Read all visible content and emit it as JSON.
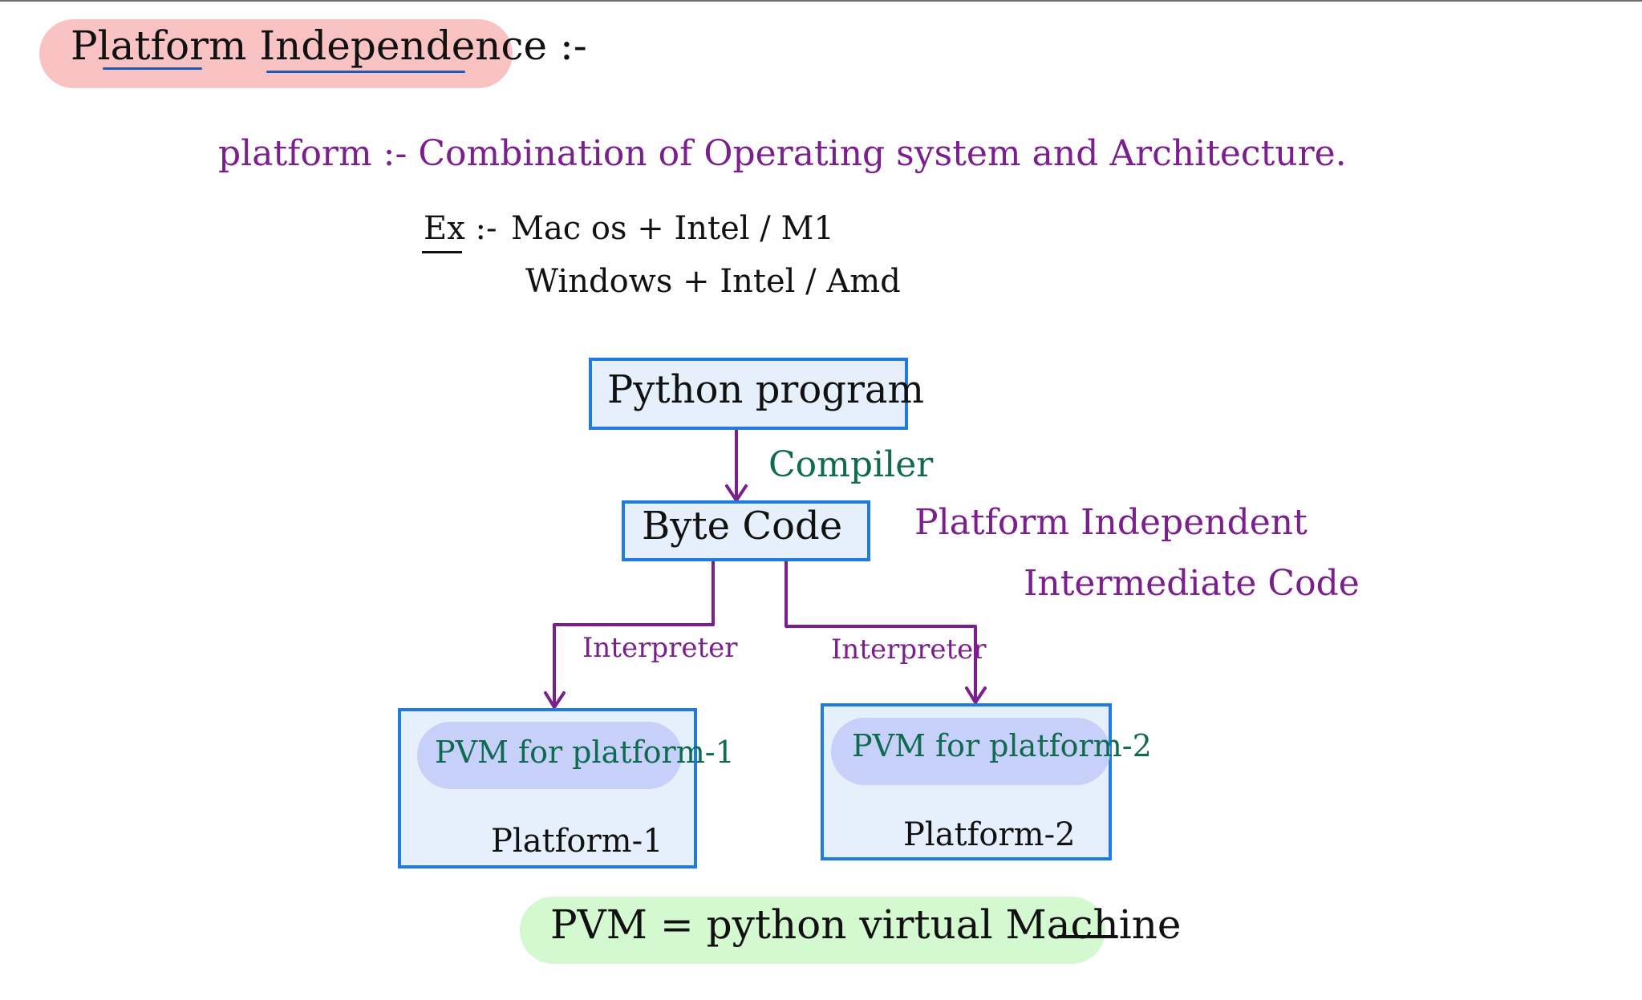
{
  "title": "Platform Independence :-",
  "definition": {
    "term": "platform :-",
    "text": "Combination of Operating system and Architecture."
  },
  "examples": {
    "label": "Ex :-",
    "items": [
      "Mac os + Intel / M1",
      "Windows + Intel / Amd"
    ]
  },
  "flow": {
    "source": "Python program",
    "compile_label": "Compiler",
    "bytecode": "Byte Code",
    "bytecode_note_line1": "Platform Independent",
    "bytecode_note_line2": "Intermediate Code",
    "interpreter_left": "Interpreter",
    "interpreter_right": "Interpreter",
    "targets": [
      {
        "pvm": "PVM for platform-1",
        "platform": "Platform-1"
      },
      {
        "pvm": "PVM for platform-2",
        "platform": "Platform-2"
      }
    ]
  },
  "footnote": "PVM = python virtual Machine",
  "colors": {
    "title_highlight": "#f9c3c3",
    "box_fill": "#e6f0fc",
    "box_border": "#1f7be0",
    "arrow": "#7b1e8e",
    "pvm_fill": "#c6d0f8",
    "footnote_highlight": "#d4f8d0"
  }
}
